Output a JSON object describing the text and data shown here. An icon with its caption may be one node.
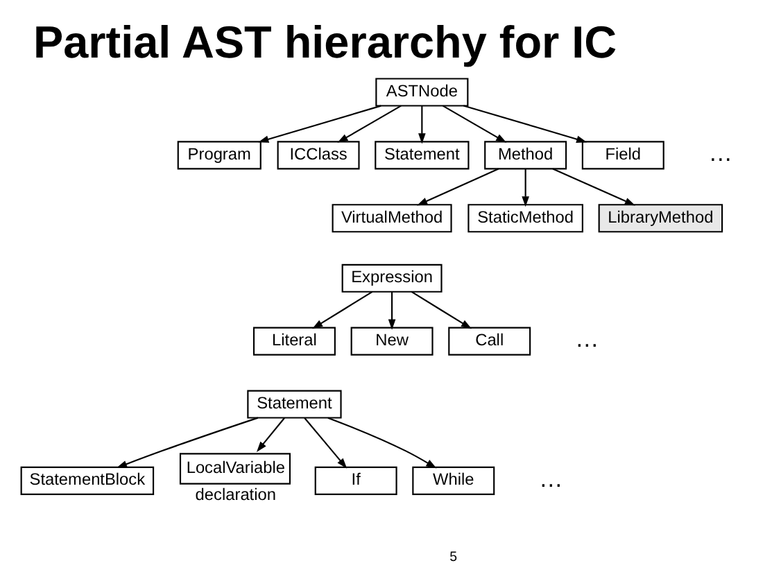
{
  "diagram": {
    "title": "Partial AST hierarchy for IC",
    "nodes": [
      {
        "text": [
          "ASTNode"
        ]
      },
      {
        "text": [
          "Program"
        ]
      },
      {
        "text": [
          "ICClass"
        ]
      },
      {
        "text": [
          "Statement"
        ]
      },
      {
        "text": [
          "Method"
        ]
      },
      {
        "text": [
          "Field"
        ]
      },
      {
        "text": [
          "VirtualMethod"
        ]
      },
      {
        "text": [
          "StaticMethod"
        ]
      },
      {
        "text": [
          "LibraryMethod"
        ]
      },
      {
        "text": [
          "Expression"
        ]
      },
      {
        "text": [
          "Literal"
        ]
      },
      {
        "text": [
          "New"
        ]
      },
      {
        "text": [
          "Call"
        ]
      },
      {
        "text": [
          "Statement"
        ]
      },
      {
        "text": [
          "StatementBlock"
        ]
      },
      {
        "text": [
          "LocalVariable"
        ],
        "beside": [
          "declaration"
        ]
      },
      {
        "text": [
          "If"
        ]
      },
      {
        "text": [
          "While"
        ]
      }
    ],
    "edges": [
      {
        "from": 0,
        "to": 1,
        "arrow": "to"
      },
      {
        "from": 0,
        "to": 2,
        "arrow": "to"
      },
      {
        "from": 0,
        "to": 3,
        "arrow": "to"
      },
      {
        "from": 0,
        "to": 4,
        "arrow": "to"
      },
      {
        "from": 0,
        "to": 5,
        "arrow": "to"
      },
      {
        "from": 4,
        "to": 6,
        "arrow": "to"
      },
      {
        "from": 4,
        "to": 7,
        "arrow": "to"
      },
      {
        "from": 4,
        "to": 8,
        "arrow": "to"
      },
      {
        "from": 9,
        "to": 10,
        "arrow": "to"
      },
      {
        "from": 9,
        "to": 11,
        "arrow": "to"
      },
      {
        "from": 9,
        "to": 12,
        "arrow": "to"
      },
      {
        "from": 13,
        "to": 14,
        "arrow": "to"
      },
      {
        "from": 13,
        "to": 15,
        "arrow": "to"
      },
      {
        "from": 13,
        "to": 16,
        "arrow": "to"
      },
      {
        "from": 13,
        "to": 17,
        "arrow": "to"
      }
    ],
    "labels": [
      "…",
      "…",
      "…",
      "5"
    ]
  }
}
